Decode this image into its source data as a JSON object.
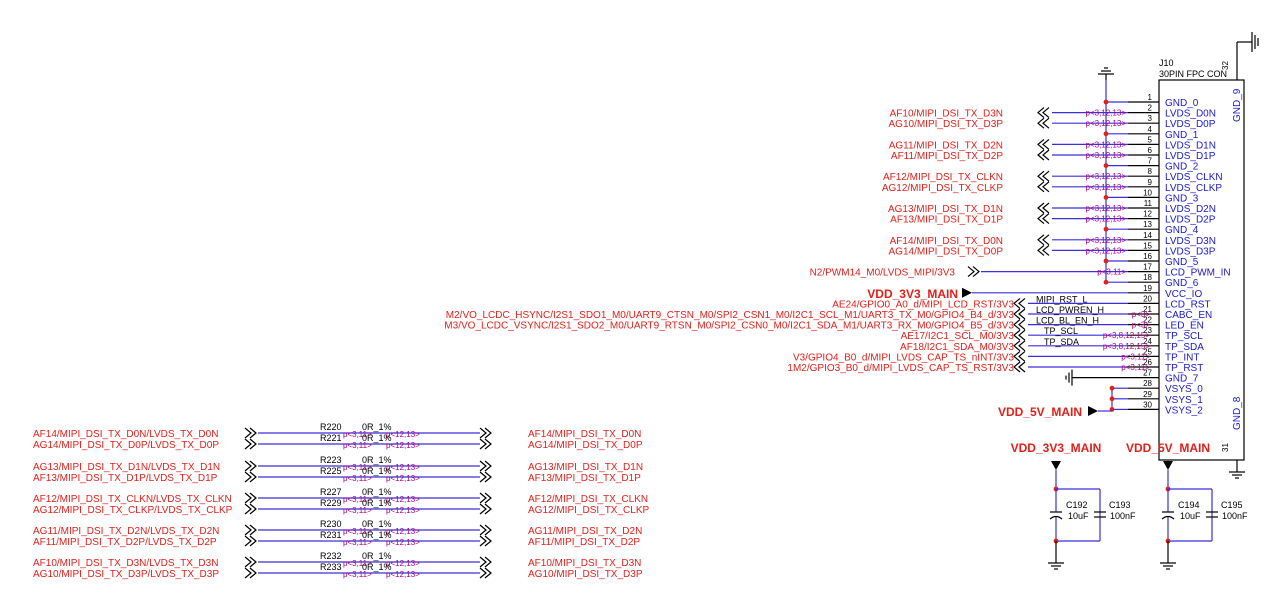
{
  "connector": {
    "designator": "J10",
    "value": "30PIN FPC CON",
    "pin32_label": "32",
    "pin31_label": "31",
    "side_label_top": "GND_9",
    "side_label_bottom": "GND_8"
  },
  "pins": [
    {
      "no": "1",
      "name": "GND_0"
    },
    {
      "no": "2",
      "name": "LVDS_D0N"
    },
    {
      "no": "3",
      "name": "LVDS_D0P"
    },
    {
      "no": "4",
      "name": "GND_1"
    },
    {
      "no": "5",
      "name": "LVDS_D1N"
    },
    {
      "no": "6",
      "name": "LVDS_D1P"
    },
    {
      "no": "7",
      "name": "GND_2"
    },
    {
      "no": "8",
      "name": "LVDS_CLKN"
    },
    {
      "no": "9",
      "name": "LVDS_CLKP"
    },
    {
      "no": "10",
      "name": "GND_3"
    },
    {
      "no": "11",
      "name": "LVDS_D2N"
    },
    {
      "no": "12",
      "name": "LVDS_D2P"
    },
    {
      "no": "13",
      "name": "GND_4"
    },
    {
      "no": "14",
      "name": "LVDS_D3N"
    },
    {
      "no": "15",
      "name": "LVDS_D3P"
    },
    {
      "no": "16",
      "name": "GND_5"
    },
    {
      "no": "17",
      "name": "LCD_PWM_IN"
    },
    {
      "no": "18",
      "name": "GND_6"
    },
    {
      "no": "19",
      "name": "VCC_IO"
    },
    {
      "no": "20",
      "name": "LCD_RST"
    },
    {
      "no": "21",
      "name": "CABC_EN"
    },
    {
      "no": "22",
      "name": "LED_EN"
    },
    {
      "no": "23",
      "name": "TP_SCL"
    },
    {
      "no": "24",
      "name": "TP_SDA"
    },
    {
      "no": "25",
      "name": "TP_INT"
    },
    {
      "no": "26",
      "name": "TP_RST"
    },
    {
      "no": "27",
      "name": "GND_7"
    },
    {
      "no": "28",
      "name": "VSYS_0"
    },
    {
      "no": "29",
      "name": "VSYS_1"
    },
    {
      "no": "30",
      "name": "VSYS_2"
    }
  ],
  "right_nets": [
    {
      "label": "AF10/MIPI_DSI_TX_D3N",
      "ref": "p<3,12,13>"
    },
    {
      "label": "AG10/MIPI_DSI_TX_D3P",
      "ref": "p<3,12,13>"
    },
    {
      "label": "AG11/MIPI_DSI_TX_D2N",
      "ref": "p<3,12,13>"
    },
    {
      "label": "AF11/MIPI_DSI_TX_D2P",
      "ref": "p<3,12,13>"
    },
    {
      "label": "AF12/MIPI_DSI_TX_CLKN",
      "ref": "p<3,12,13>"
    },
    {
      "label": "AG12/MIPI_DSI_TX_CLKP",
      "ref": "p<3,12,13>"
    },
    {
      "label": "AG13/MIPI_DSI_TX_D1N",
      "ref": "p<3,12,13>"
    },
    {
      "label": "AF13/MIPI_DSI_TX_D1P",
      "ref": "p<3,12,13>"
    },
    {
      "label": "AF14/MIPI_DSI_TX_D0N",
      "ref": "p<3,12,13>"
    },
    {
      "label": "AG14/MIPI_DSI_TX_D0P",
      "ref": "p<3,12,13>"
    },
    {
      "label": "N2/PWM14_M0/LVDS_MIPI/3V3",
      "ref": "p<3,11>"
    }
  ],
  "ctrl_nets": [
    {
      "label": "AE24/GPIO0_A0_d/MIPI_LCD_RST/3V3",
      "net": "MIPI_RST_L",
      "ref": ""
    },
    {
      "label": "M2/VO_LCDC_HSYNC/I2S1_SDO1_M0/UART9_CTSN_M0/SPI2_CSN1_M0/I2C1_SCL_M1/UART3_TX_M0/GPIO4_B4_d/3V3",
      "net": "LCD_PWREN_H",
      "ref": "p<3>"
    },
    {
      "label": "M3/VO_LCDC_VSYNC/I2S1_SDO2_M0/UART9_RTSN_M0/SPI2_CSN0_M0/I2C1_SDA_M1/UART3_RX_M0/GPIO4_B5_d/3V3",
      "net": "LCD_BL_EN_H",
      "ref": "p<3>"
    },
    {
      "label": "AE17/I2C1_SCL_M0/3V3",
      "net": "TP_SCL",
      "ref": "p<3,8,12,15>"
    },
    {
      "label": "AF18/I2C1_SDA_M0/3V3",
      "net": "TP_SDA",
      "ref": "p<3,8,12,15>"
    },
    {
      "label": "V3/GPIO4_B0_d/MIPI_LVDS_CAP_TS_nINT/3V3",
      "net": "",
      "ref": "p<3,11>"
    },
    {
      "label": "1M2/GPIO3_B0_d/MIPI_LVDS_CAP_TS_RST/3V3",
      "net": "",
      "ref": "p<3,11>"
    }
  ],
  "power": {
    "vdd3v3": "VDD_3V3_MAIN",
    "vdd5v": "VDD_5V_MAIN"
  },
  "caps": [
    {
      "ref": "C192",
      "value": "10uF"
    },
    {
      "ref": "C193",
      "value": "100nF"
    },
    {
      "ref": "C194",
      "value": "10uF"
    },
    {
      "ref": "C195",
      "value": "100nF"
    }
  ],
  "resistors": [
    {
      "left": "AF14/MIPI_DSI_TX_D0N/LVDS_TX_D0N",
      "ref": "R220",
      "value": "0R_1%",
      "right": "AF14/MIPI_DSI_TX_D0N",
      "pref": "p<3,11>",
      "tref": "p<12,13>"
    },
    {
      "left": "AG14/MIPI_DSI_TX_D0P/LVDS_TX_D0P",
      "ref": "R221",
      "value": "0R_1%",
      "right": "AG14/MIPI_DSI_TX_D0P",
      "pref": "p<3,11>",
      "tref": "p<12,13>"
    },
    {
      "left": "AG13/MIPI_DSI_TX_D1N/LVDS_TX_D1N",
      "ref": "R223",
      "value": "0R_1%",
      "right": "AG13/MIPI_DSI_TX_D1N",
      "pref": "p<3,11>",
      "tref": "p<12,13>"
    },
    {
      "left": "AF13/MIPI_DSI_TX_D1P/LVDS_TX_D1P",
      "ref": "R225",
      "value": "0R_1%",
      "right": "AF13/MIPI_DSI_TX_D1P",
      "pref": "p<3,11>",
      "tref": "p<12,13>"
    },
    {
      "left": "AF12/MIPI_DSI_TX_CLKN/LVDS_TX_CLKN",
      "ref": "R227",
      "value": "0R_1%",
      "right": "AF12/MIPI_DSI_TX_CLKN",
      "pref": "p<3,11>",
      "tref": "p<12,13>"
    },
    {
      "left": "AG12/MIPI_DSI_TX_CLKP/LVDS_TX_CLKP",
      "ref": "R229",
      "value": "0R_1%",
      "right": "AG12/MIPI_DSI_TX_CLKP",
      "pref": "p<3,11>",
      "tref": "p<12,13>"
    },
    {
      "left": "AG11/MIPI_DSI_TX_D2N/LVDS_TX_D2N",
      "ref": "R230",
      "value": "0R_1%",
      "right": "AG11/MIPI_DSI_TX_D2N",
      "pref": "p<3,11>",
      "tref": "p<12,13>"
    },
    {
      "left": "AF11/MIPI_DSI_TX_D2P/LVDS_TX_D2P",
      "ref": "R231",
      "value": "0R_1%",
      "right": "AF11/MIPI_DSI_TX_D2P",
      "pref": "p<3,11>",
      "tref": "p<12,13>"
    },
    {
      "left": "AF10/MIPI_DSI_TX_D3N/LVDS_TX_D3N",
      "ref": "R232",
      "value": "0R_1%",
      "right": "AF10/MIPI_DSI_TX_D3N",
      "pref": "p<3,11>",
      "tref": "p<12,13>"
    },
    {
      "left": "AG10/MIPI_DSI_TX_D3P/LVDS_TX_D3P",
      "ref": "R233",
      "value": "0R_1%",
      "right": "AG10/MIPI_DSI_TX_D3P",
      "pref": "p<3,11>",
      "tref": "p<12,13>"
    }
  ]
}
